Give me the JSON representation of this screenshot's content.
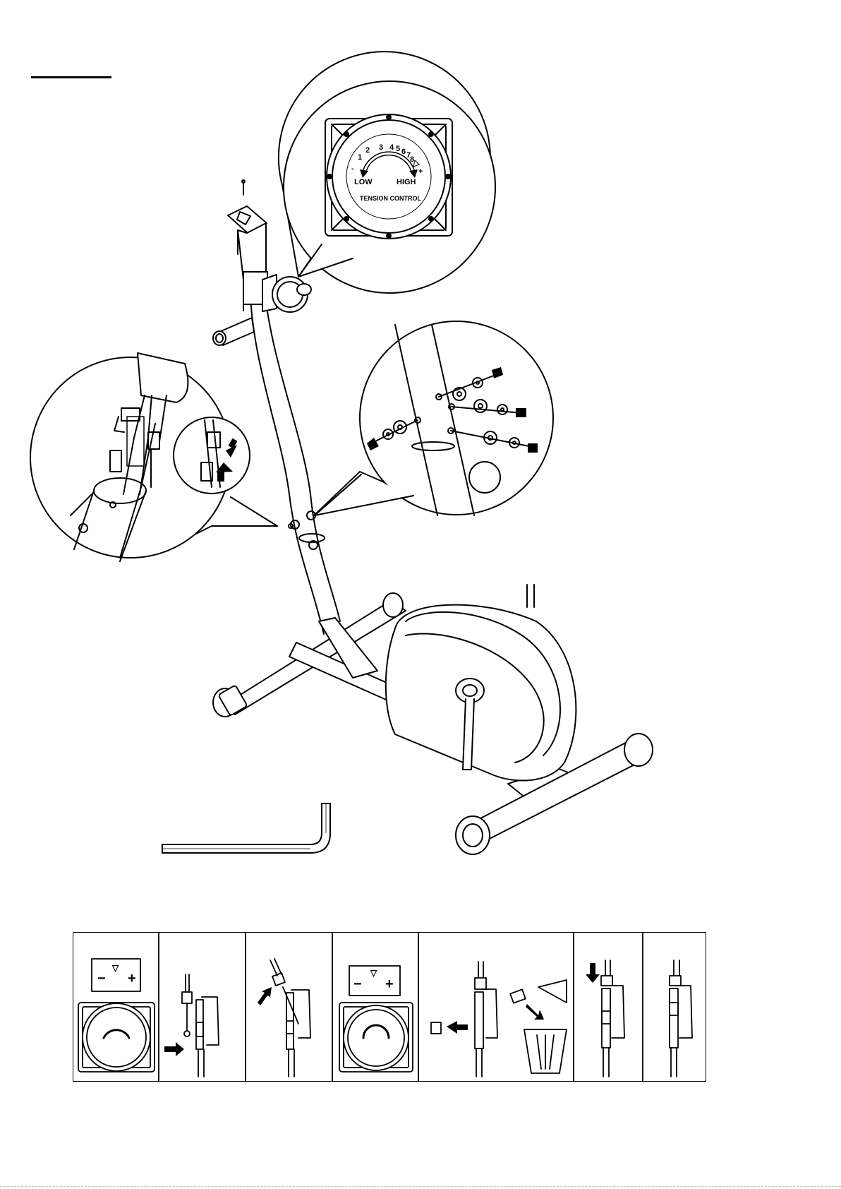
{
  "dial": {
    "numbers": [
      "1",
      "2",
      "3",
      "4",
      "5",
      "6",
      "7",
      "8"
    ],
    "minus": "-",
    "plus": "+",
    "low": "LOW",
    "high": "HIGH",
    "caption": "TENSION CONTROL"
  },
  "strip_panel": {
    "minus": "−",
    "plus": "+",
    "indicator": "▽"
  }
}
